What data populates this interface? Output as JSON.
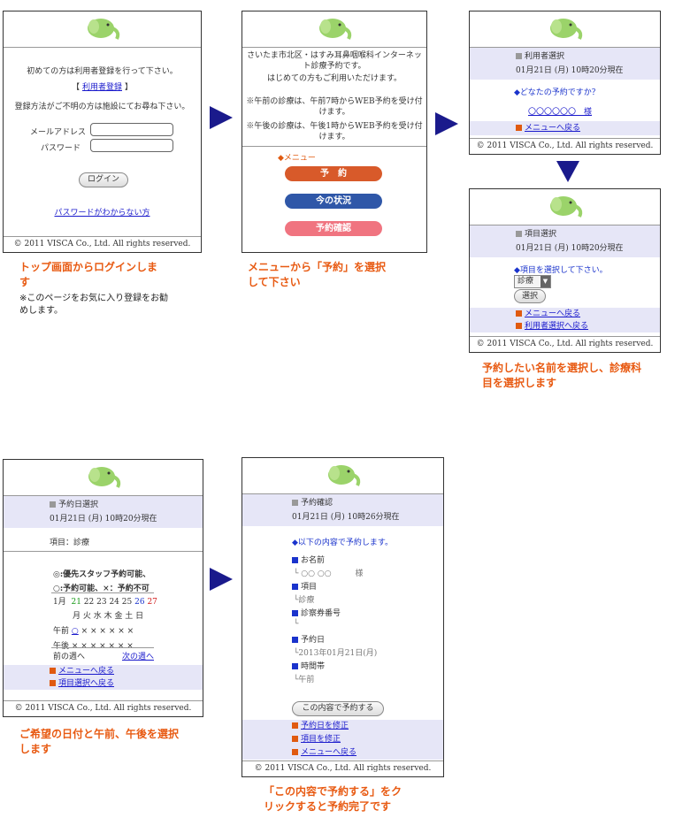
{
  "brand": {
    "copyright": "© 2011 VISCA Co., Ltd. All rights reserved."
  },
  "login": {
    "intro": "初めての方は利用者登録を行って下さい。",
    "register_open": "【",
    "register_link": "利用者登録",
    "register_close": "】",
    "help": "登録方法がご不明の方は施設にてお尋ね下さい。",
    "email_label": "メールアドレス",
    "password_label": "パスワード",
    "login_button": "ログイン",
    "forgot_link": "パスワードがわからない方",
    "caption": "トップ画面からログインします",
    "note": "※このページをお気に入り登録をお勧めします。"
  },
  "menu": {
    "info1": "さいたま市北区・はすみ耳鼻咽喉科インターネット診療予約です。",
    "info2": "はじめての方もご利用いただけます。",
    "info3": "※午前の診療は、午前7時からWEB予約を受け付けます。",
    "info4": "※午後の診療は、午後1時からWEB予約を受け付けます。",
    "menu_label": "◆メニュー",
    "btn_reserve": "予　約",
    "btn_status": "今の状況",
    "btn_confirm": "予約確認",
    "caption": "メニューから「予約」を選択して下さい"
  },
  "user": {
    "heading": "利用者選択",
    "datetime": "01月21日 (月) 10時20分現在",
    "question": "◆どなたの予約ですか？",
    "name_link": "〇〇〇〇〇〇　様",
    "menu_back": "メニューへ戻る"
  },
  "item": {
    "heading": "項目選択",
    "datetime": "01月21日 (月) 10時20分現在",
    "prompt": "◆項目を選択して下さい。",
    "select_value": "診療",
    "select_button": "選択",
    "menu_back": "メニューへ戻る",
    "user_back": "利用者選択へ戻る",
    "caption": "予約したい名前を選択し、診療科目を選択します"
  },
  "date": {
    "heading": "予約日選択",
    "datetime": "01月21日 (月) 10時20分現在",
    "item_line": "項目：診療",
    "legend1": "◎:優先スタッフ予約可能、",
    "legend2": "○:予約可能、×：予約不可",
    "month": "1月",
    "days": [
      "21",
      "22",
      "23",
      "24",
      "25",
      "26",
      "27"
    ],
    "weekdays": "月 火 水 木 金 土 日",
    "am_label": "午前",
    "am_first": "○",
    "am_rest": "× × × × × ×",
    "pm_label": "午後",
    "pm_marks": "× × × × × × ×",
    "prev_week": "前の週へ",
    "next_week": "次の週へ",
    "menu_back": "メニューへ戻る",
    "item_back": "項目選択へ戻る",
    "caption": "ご希望の日付と午前、午後を選択します"
  },
  "confirm": {
    "heading": "予約確認",
    "datetime": "01月21日 (月) 10時26分現在",
    "prompt": "◆以下の内容で予約します。",
    "f_name": "お名前",
    "v_name": "└ ○○ ○○　　　様",
    "f_item": "項目",
    "v_item": "└診療",
    "f_card": "診察券番号",
    "v_card": "└",
    "f_date": "予約日",
    "v_date": "└2013年01月21日(月)",
    "f_time": "時間帯",
    "v_time": "└午前",
    "submit": "この内容で予約する",
    "edit_date": "予約日を修正",
    "edit_item": "項目を修正",
    "menu_back": "メニューへ戻る",
    "caption": "「この内容で予約する」をクリックすると予約完了です"
  },
  "colors": {
    "accent": "#e85a12",
    "arrow": "#1a1a8c",
    "reserve": "#d85a2a",
    "status": "#2f57a8",
    "confirm": "#f07480"
  }
}
